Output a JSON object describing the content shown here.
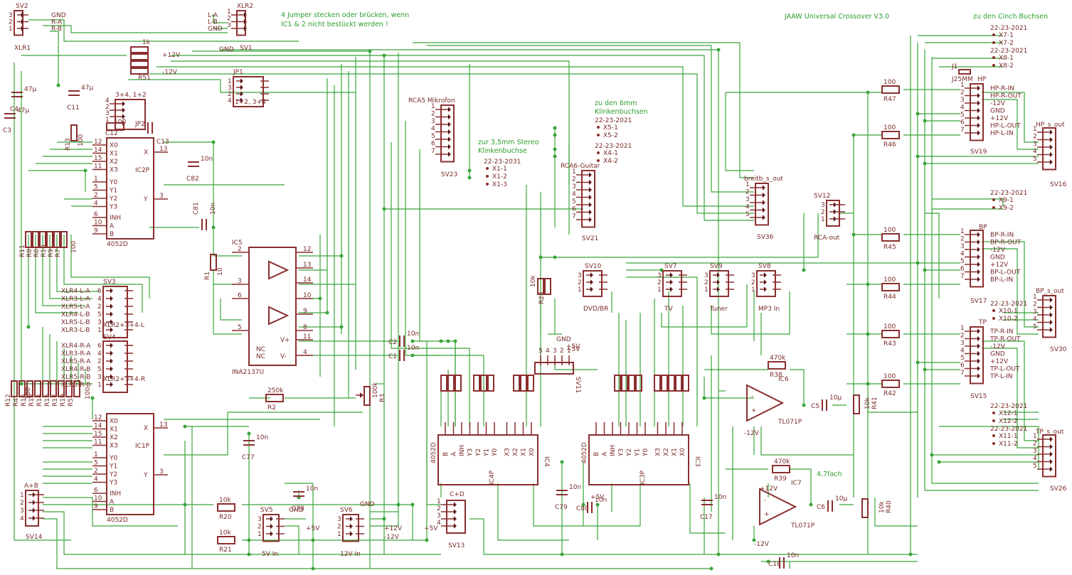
{
  "annotations": {
    "jumper_note_1": "4 Jumper stecken oder brücken, wenn",
    "jumper_note_2": "IC1 & 2 nicht bestückt werden !",
    "title": "JAAW Universal Crossover V3.0",
    "cinch_note": "zu den Cinch Buchsen",
    "jack_note_1": "zu den 6mm",
    "jack_note_2": "Klinkenbuchsen",
    "stereo_note_1": "zur 3,5mm Stereo",
    "stereo_note_2": "Klinkenbuchse",
    "gain_note": "4,7fach"
  },
  "connectors": [
    {
      "id": "sv2",
      "name": "SV2",
      "sub": "XLR1",
      "pins": [
        "3",
        "2",
        "1"
      ],
      "signals": [
        "GND",
        "R-A",
        "R-B"
      ]
    },
    {
      "id": "xlr2",
      "name": "XLR2",
      "sub": "SV1",
      "pins": [
        "1",
        "2",
        "3"
      ],
      "signals": [
        "L-A",
        "L-B",
        "GND"
      ]
    },
    {
      "id": "jp1",
      "name": "JP1",
      "sub": "1+2, 3+4",
      "pins": [
        "1",
        "3",
        "2",
        "4"
      ]
    },
    {
      "id": "jp2",
      "name": "JP2",
      "sub": "3+4, 1+2",
      "pins": [
        "4",
        "2",
        "3",
        "1"
      ]
    },
    {
      "id": "sv23",
      "name": "SV23",
      "sub": "RCA5 Mikrofon",
      "pins": [
        "1",
        "2",
        "3",
        "4",
        "5",
        "6",
        "7"
      ]
    },
    {
      "id": "sv21",
      "name": "SV21",
      "sub": "RCA6-Guitar",
      "pins": [
        "1",
        "2",
        "3",
        "4",
        "5",
        "6",
        "7"
      ]
    },
    {
      "id": "sv36",
      "name": "SV36",
      "sub": "breitb_s_out",
      "pins": [
        "1",
        "2",
        "3",
        "4",
        "5"
      ]
    },
    {
      "id": "sv12",
      "name": "SV12",
      "sub": "RCA-out",
      "pins": [
        "3",
        "2",
        "1"
      ]
    },
    {
      "id": "sv19",
      "name": "SV19",
      "sub": "HP",
      "pins": [
        "1",
        "2",
        "3",
        "4",
        "5",
        "6",
        "7"
      ],
      "signals": [
        "HP-R-IN",
        "HP-R-OUT",
        "-12V",
        "GND",
        "+12V",
        "HP-L-OUT",
        "HP-L-IN"
      ]
    },
    {
      "id": "sv16",
      "name": "SV16",
      "sub": "HP_s_out",
      "pins": [
        "1",
        "2",
        "3",
        "4",
        "5"
      ]
    },
    {
      "id": "sv17",
      "name": "SV17",
      "sub": "BP",
      "pins": [
        "1",
        "2",
        "3",
        "4",
        "5",
        "6",
        "7"
      ],
      "signals": [
        "BP-R-IN",
        "BP-R-OUT",
        "-12V",
        "GND",
        "+12V",
        "BP-L-OUT",
        "BP-L-IN"
      ]
    },
    {
      "id": "sv30",
      "name": "SV30",
      "sub": "BP_s_out",
      "pins": [
        "1",
        "2",
        "3",
        "4",
        "5"
      ]
    },
    {
      "id": "sv15",
      "name": "SV15",
      "sub": "TP",
      "pins": [
        "1",
        "2",
        "3",
        "4",
        "5",
        "6",
        "7"
      ],
      "signals": [
        "TP-R-IN",
        "TP-R-OUT",
        "-12V",
        "GND",
        "+12V",
        "TP-L-OUT",
        "TP-L-IN"
      ]
    },
    {
      "id": "sv26",
      "name": "SV26",
      "sub": "TP_s_out",
      "pins": [
        "1",
        "2",
        "3",
        "4",
        "5"
      ]
    },
    {
      "id": "sv3",
      "name": "SV3",
      "sub": "XLR2+3+4-L",
      "pins": [
        "6",
        "4",
        "2",
        "5",
        "3",
        "1"
      ],
      "signals": [
        "XLR4-L-A",
        "XLR3-L-A",
        "XLR5-L-A",
        "XLR4-L-B",
        "XLR5-L-B",
        "XLR3-L-B"
      ]
    },
    {
      "id": "sv4",
      "name": "SV4",
      "sub": "XLR2+3+4-R",
      "pins": [
        "6",
        "4",
        "2",
        "5",
        "3",
        "1"
      ],
      "signals": [
        "XLR4-R-A",
        "XLR3-R-A",
        "XLR5-R-A",
        "XLR4-R-B",
        "XLR5-R-B",
        "XLR3-R-B"
      ]
    },
    {
      "id": "sv14",
      "name": "SV14",
      "sub": "A+B",
      "pins": [
        "1",
        "2",
        "3",
        "4"
      ]
    },
    {
      "id": "sv5",
      "name": "SV5",
      "sub": "5V In",
      "pins": [
        "3",
        "2",
        "1"
      ]
    },
    {
      "id": "sv6",
      "name": "SV6",
      "sub": "12V In",
      "pins": [
        "3",
        "2",
        "1"
      ]
    },
    {
      "id": "sv13",
      "name": "SV13",
      "sub": "C+D",
      "pins": [
        "1",
        "2",
        "3",
        "4"
      ]
    },
    {
      "id": "sv11",
      "name": "SV11",
      "sub": "+5V",
      "pins": [
        "5",
        "4",
        "3",
        "2",
        "1"
      ]
    },
    {
      "id": "sv10",
      "name": "SV10",
      "sub": "DVD/BR",
      "pins": [
        "3",
        "2",
        "1"
      ]
    },
    {
      "id": "sv7",
      "name": "SV7",
      "sub": "TV",
      "pins": [
        "3",
        "2",
        "1"
      ]
    },
    {
      "id": "sv9",
      "name": "SV9",
      "sub": "Tuner",
      "pins": [
        "3",
        "2",
        "1"
      ]
    },
    {
      "id": "sv8",
      "name": "SV8",
      "sub": "MP3 In",
      "pins": [
        "3",
        "2",
        "1"
      ]
    }
  ],
  "net_labels": [
    {
      "date": "22-23-2021",
      "a": "X7-1",
      "b": "X7-2"
    },
    {
      "date": "22-23-2021",
      "a": "X8-1",
      "b": "X8-2"
    },
    {
      "date": "22-23-2021",
      "a": "X9-1",
      "b": "X9-2"
    },
    {
      "date": "22-23-2021",
      "a": "X10-1",
      "b": "X10-2"
    },
    {
      "date": "22-23-2021",
      "a": "X12-1",
      "b": "X12-2"
    },
    {
      "date": "22-23-2021",
      "a": "X11-1",
      "b": "X11-2"
    },
    {
      "date": "22-23-2021",
      "a": "X5-1",
      "b": "X5-2"
    },
    {
      "date": "22-23-2021",
      "a": "X4-1",
      "b": "X4-2"
    },
    {
      "date": "22-23-2031",
      "a": "X1-1",
      "b": "X1-2",
      "c": "X1-3"
    }
  ],
  "ics": [
    {
      "id": "ic2",
      "name": "IC2P",
      "part": "4052D",
      "left": [
        "X0",
        "X1",
        "X2",
        "X3",
        "Y0",
        "Y1",
        "Y2",
        "Y3",
        "INH",
        "A",
        "B"
      ],
      "left_pins": [
        "12",
        "14",
        "15",
        "11",
        "1",
        "5",
        "2",
        "4",
        "6",
        "10",
        "9"
      ],
      "right": [
        "X",
        "Y"
      ],
      "right_pins": [
        "13",
        "3"
      ]
    },
    {
      "id": "ic1",
      "name": "IC1P",
      "part": "4052D",
      "left": [
        "X0",
        "X1",
        "X2",
        "X3",
        "Y0",
        "Y1",
        "Y2",
        "Y3",
        "INH",
        "A",
        "B"
      ],
      "left_pins": [
        "12",
        "14",
        "15",
        "11",
        "1",
        "5",
        "2",
        "4",
        "6",
        "10",
        "9"
      ],
      "right": [
        "X",
        "Y"
      ],
      "right_pins": [
        "13",
        "3"
      ]
    },
    {
      "id": "ic5",
      "name": "IC5",
      "part": "INA2137U",
      "pins_l": [
        "2",
        "3",
        "6",
        "5"
      ],
      "pins_r": [
        "12",
        "13",
        "14",
        "10",
        "9",
        "8",
        "11",
        "4"
      ],
      "extra": [
        "NC",
        "NC",
        "V+",
        "V-"
      ]
    },
    {
      "id": "ic4",
      "name": "IC4",
      "part": "4052D",
      "sub": "IC4P",
      "top": [
        "B",
        "A",
        "INH",
        "Y3",
        "Y2",
        "Y1",
        "Y0",
        "X3",
        "X2",
        "X1",
        "X0"
      ]
    },
    {
      "id": "ic3",
      "name": "IC3",
      "part": "4052D",
      "sub": "IC3P",
      "top": [
        "B",
        "A",
        "INH",
        "Y3",
        "Y2",
        "Y1",
        "Y0",
        "X3",
        "X2",
        "X1",
        "X0"
      ]
    },
    {
      "id": "ic6",
      "name": "IC6",
      "part": "TL071P"
    },
    {
      "id": "ic7",
      "name": "IC7",
      "part": "TL071P"
    }
  ],
  "components": {
    "r51": "R51",
    "r51_val": "1k",
    "p12": "+12V",
    "m12": "-12V",
    "c4": "C4",
    "c4_val": "47µ",
    "c3": "C3",
    "c3_val": "47µ",
    "c11": "C11",
    "c11_val": "47µ",
    "r13": "R13",
    "r13_val": "100",
    "c12": "C12",
    "c13": "C13",
    "c82": "C82",
    "c82_val": "10n",
    "c81": "C81",
    "c81_val": "10n",
    "r1": "R1",
    "r1_val": "10",
    "r_small": [
      "R11",
      "R8",
      "R6",
      "R10",
      "R9",
      "R7"
    ],
    "r_small_val": "100",
    "r_left2": [
      "R12",
      "R4",
      "R16",
      "R18",
      "R14",
      "R15",
      "R17",
      "R19",
      "R5"
    ],
    "r2": "R2",
    "r2_val": "250k",
    "r3": "R3",
    "r3_val": "100k",
    "c1": "C1",
    "c2": "C2",
    "c_val": "10n",
    "c77": "C77",
    "c77_val": "10n",
    "c78": "C78",
    "c78_val": "10n",
    "r20": "R20",
    "r20_val": "10k",
    "r21": "R21",
    "r21_val": "10k",
    "r47": "R47",
    "r46": "R46",
    "r45": "R45",
    "r44": "R44",
    "r43": "R43",
    "r42": "R42",
    "r_out_val": "100",
    "r38": "R38",
    "r38_val": "470k",
    "r39": "R39",
    "r39_val": "470k",
    "c5": "C5",
    "c5_val": "10µ",
    "c6": "C6",
    "c6_val": "10µ",
    "r41": "R41",
    "r41_val": "10k",
    "r40": "R40",
    "r40_val": "10k",
    "c17": "C17",
    "c17_val": "10n",
    "c18": "C18",
    "c18_val": "10n",
    "c79": "C79",
    "c79_val": "10n",
    "c80": "C80",
    "c80_val": "10n",
    "r23": "R23",
    "r_10k": "10k",
    "j1": "J1",
    "j1_sub": "J25MM",
    "gnd": "GND",
    "p5": "+5V"
  }
}
